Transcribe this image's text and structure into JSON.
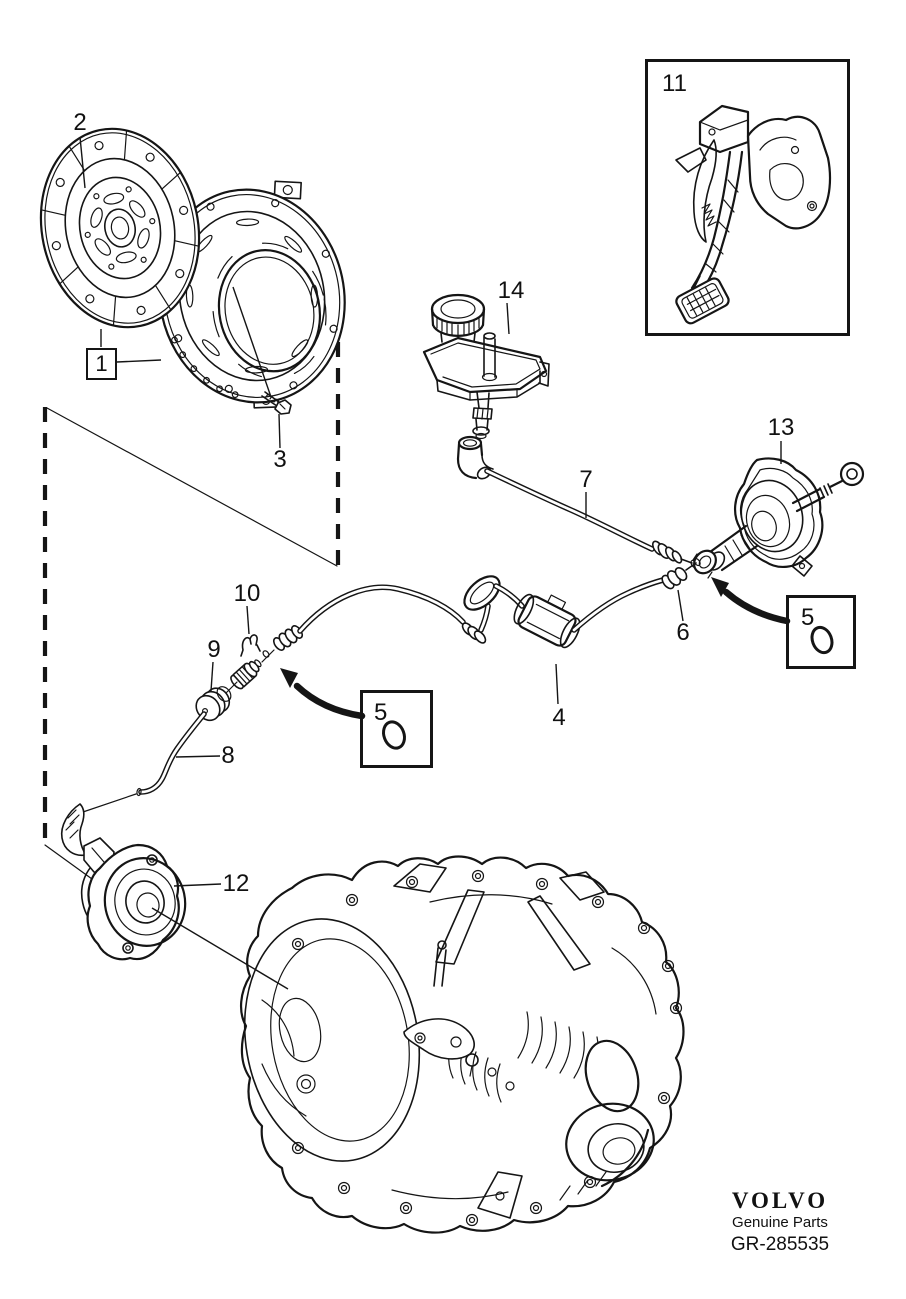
{
  "callouts": {
    "c1": "1",
    "c2": "2",
    "c3": "3",
    "c4": "4",
    "c5": "5",
    "c6": "6",
    "c7": "7",
    "c8": "8",
    "c9": "9",
    "c10": "10",
    "c11": "11",
    "c12": "12",
    "c13": "13",
    "c14": "14"
  },
  "footer": {
    "brand": "VOLVO",
    "genuine": "Genuine Parts",
    "number": "GR-285535"
  }
}
